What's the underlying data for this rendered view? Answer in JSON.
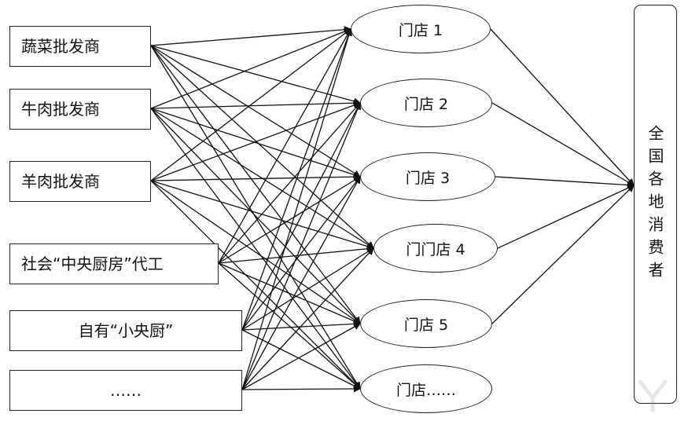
{
  "suppliers": [
    {
      "label": "蔬菜批发商"
    },
    {
      "label": "牛肉批发商"
    },
    {
      "label": "羊肉批发商"
    },
    {
      "label": "社会“中央厨房”代工"
    },
    {
      "label": "自有“小央厨”"
    },
    {
      "label": "……"
    }
  ],
  "stores": [
    {
      "label": "门店 1"
    },
    {
      "label": "门店 2"
    },
    {
      "label": "门店 3"
    },
    {
      "label": "门门店 4"
    },
    {
      "label": "门店 5"
    },
    {
      "label": "门店……"
    }
  ],
  "consumers": {
    "label": "全国各地消费者"
  },
  "colors": {
    "stroke": "#111111",
    "background": "#ffffff"
  }
}
